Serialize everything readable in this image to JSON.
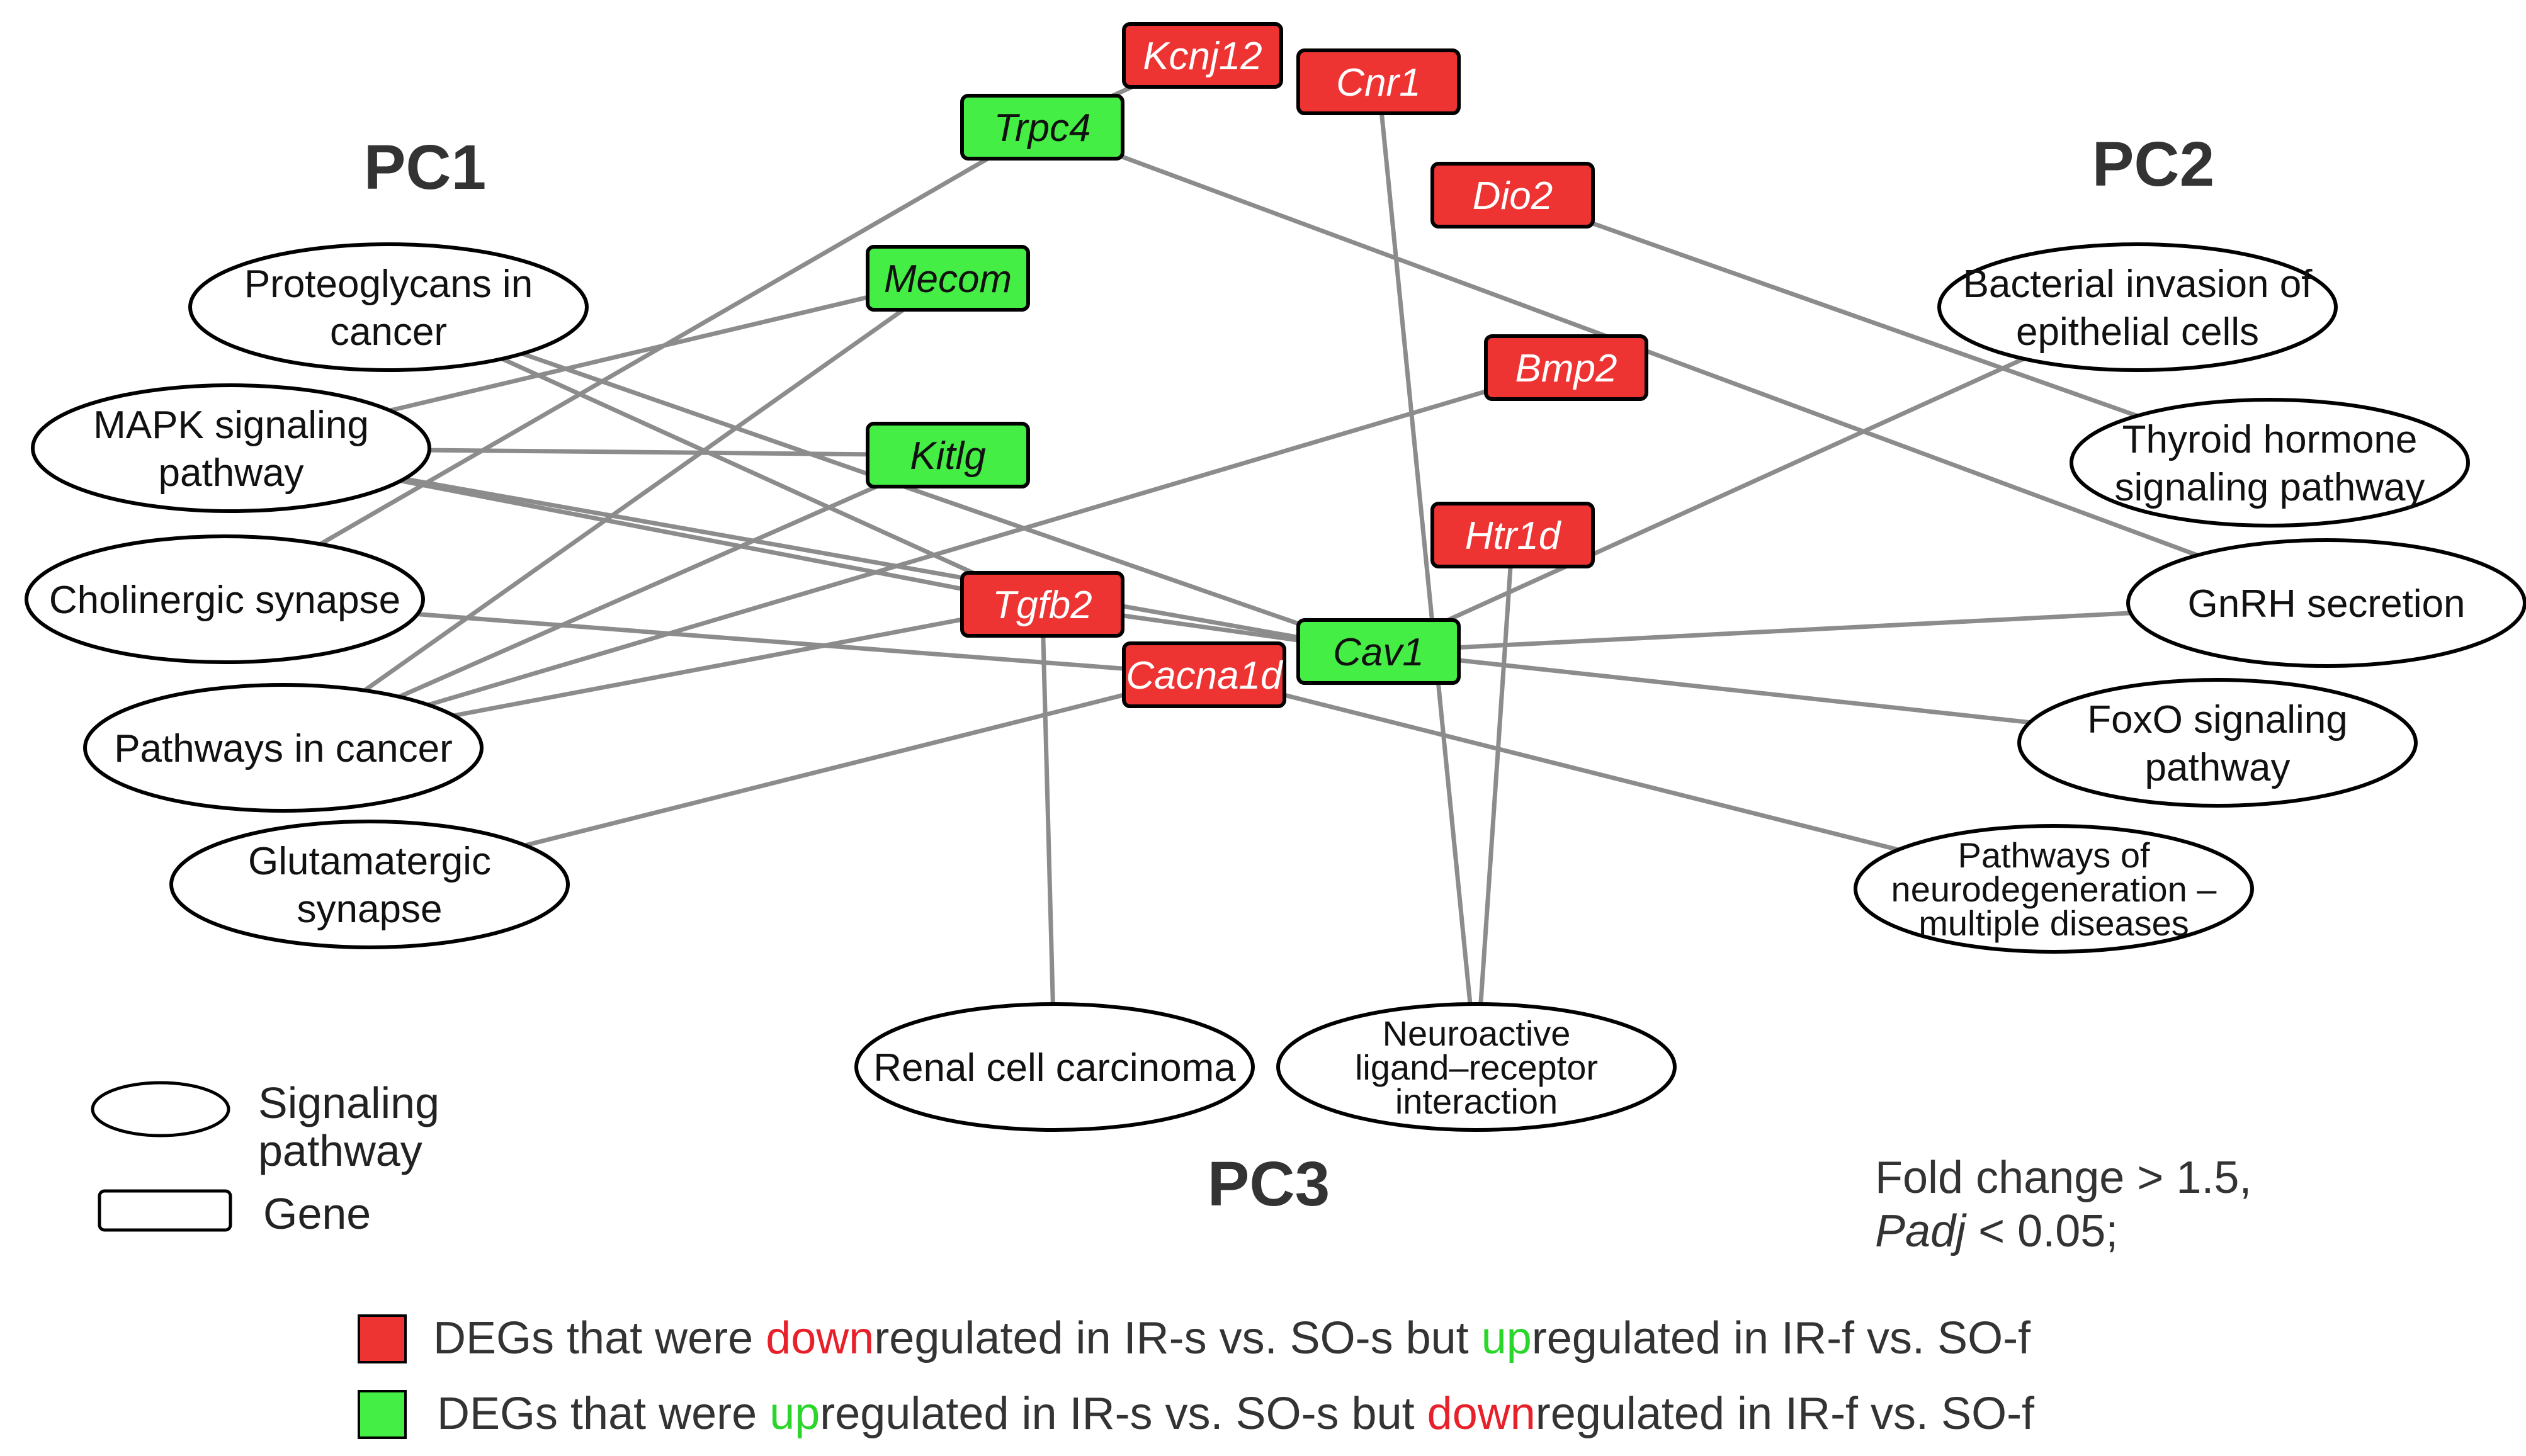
{
  "colors": {
    "down_gene": "#ee3333",
    "up_gene": "#44ee44",
    "edge": "#8c8c8c",
    "down_word": "#e8202a",
    "up_word": "#2bd62b"
  },
  "components": {
    "pc1": "PC1",
    "pc2": "PC2",
    "pc3": "PC3"
  },
  "genes": [
    {
      "id": "kcnj12",
      "label": "Kcnj12",
      "regulation": "down"
    },
    {
      "id": "cnr1",
      "label": "Cnr1",
      "regulation": "down"
    },
    {
      "id": "trpc4",
      "label": "Trpc4",
      "regulation": "up"
    },
    {
      "id": "dio2",
      "label": "Dio2",
      "regulation": "down"
    },
    {
      "id": "mecom",
      "label": "Mecom",
      "regulation": "up"
    },
    {
      "id": "bmp2",
      "label": "Bmp2",
      "regulation": "down"
    },
    {
      "id": "kitlg",
      "label": "Kitlg",
      "regulation": "up"
    },
    {
      "id": "htr1d",
      "label": "Htr1d",
      "regulation": "down"
    },
    {
      "id": "tgfb2",
      "label": "Tgfb2",
      "regulation": "down"
    },
    {
      "id": "cav1",
      "label": "Cav1",
      "regulation": "up"
    },
    {
      "id": "cacna1d",
      "label": "Cacna1d",
      "regulation": "down"
    }
  ],
  "pathways": [
    {
      "id": "proteoglycans",
      "lines": [
        "Proteoglycans in",
        "cancer"
      ]
    },
    {
      "id": "mapk",
      "lines": [
        "MAPK signaling",
        "pathway"
      ]
    },
    {
      "id": "cholinergic",
      "lines": [
        "Cholinergic synapse"
      ]
    },
    {
      "id": "pathways-cancer",
      "lines": [
        "Pathways in cancer"
      ]
    },
    {
      "id": "glutamatergic",
      "lines": [
        "Glutamatergic",
        "synapse"
      ]
    },
    {
      "id": "renal",
      "lines": [
        "Renal cell carcinoma"
      ]
    },
    {
      "id": "neuroactive",
      "lines": [
        "Neuroactive",
        "ligand–receptor",
        "interaction"
      ]
    },
    {
      "id": "bacterial",
      "lines": [
        "Bacterial invasion of",
        "epithelial cells"
      ]
    },
    {
      "id": "thyroid",
      "lines": [
        "Thyroid hormone",
        "signaling pathway"
      ]
    },
    {
      "id": "gnrh",
      "lines": [
        "GnRH secretion"
      ]
    },
    {
      "id": "foxo",
      "lines": [
        "FoxO signaling",
        "pathway"
      ]
    },
    {
      "id": "neurodegeneration",
      "lines": [
        "Pathways of",
        "neurodegeneration –",
        "multiple diseases"
      ]
    }
  ],
  "edges": [
    [
      "trpc4",
      "kcnj12"
    ],
    [
      "trpc4",
      "cholinergic"
    ],
    [
      "trpc4",
      "gnrh"
    ],
    [
      "mecom",
      "mapk"
    ],
    [
      "mecom",
      "pathways-cancer"
    ],
    [
      "kitlg",
      "mapk"
    ],
    [
      "kitlg",
      "pathways-cancer"
    ],
    [
      "tgfb2",
      "proteoglycans"
    ],
    [
      "tgfb2",
      "mapk"
    ],
    [
      "tgfb2",
      "pathways-cancer"
    ],
    [
      "tgfb2",
      "renal"
    ],
    [
      "cav1",
      "proteoglycans"
    ],
    [
      "cav1",
      "mapk"
    ],
    [
      "cav1",
      "tgfb2"
    ],
    [
      "cav1",
      "bacterial"
    ],
    [
      "cav1",
      "gnrh"
    ],
    [
      "cav1",
      "foxo"
    ],
    [
      "cacna1d",
      "cholinergic"
    ],
    [
      "cacna1d",
      "glutamatergic"
    ],
    [
      "cacna1d",
      "neurodegeneration"
    ],
    [
      "bmp2",
      "pathways-cancer"
    ],
    [
      "dio2",
      "thyroid"
    ],
    [
      "cnr1",
      "neuroactive"
    ],
    [
      "htr1d",
      "neuroactive"
    ]
  ],
  "legend": {
    "pathway_lines": [
      "Signaling",
      "pathway"
    ],
    "gene": "Gene"
  },
  "criteria": {
    "fold_change": "Fold change > 1.5,",
    "padj_label": "Padj",
    "padj_value": " < 0.05;"
  },
  "deg_legend": {
    "red": {
      "prefix": "DEGs that were ",
      "word1": "down",
      "middle": "regulated in IR-s vs. SO-s but ",
      "word2": "up",
      "suffix": "regulated in IR-f vs. SO-f"
    },
    "green": {
      "prefix": "DEGs that were ",
      "word1": "up",
      "middle": "regulated in IR-s vs. SO-s but ",
      "word2": "down",
      "suffix": "regulated in IR-f vs. SO-f"
    }
  }
}
